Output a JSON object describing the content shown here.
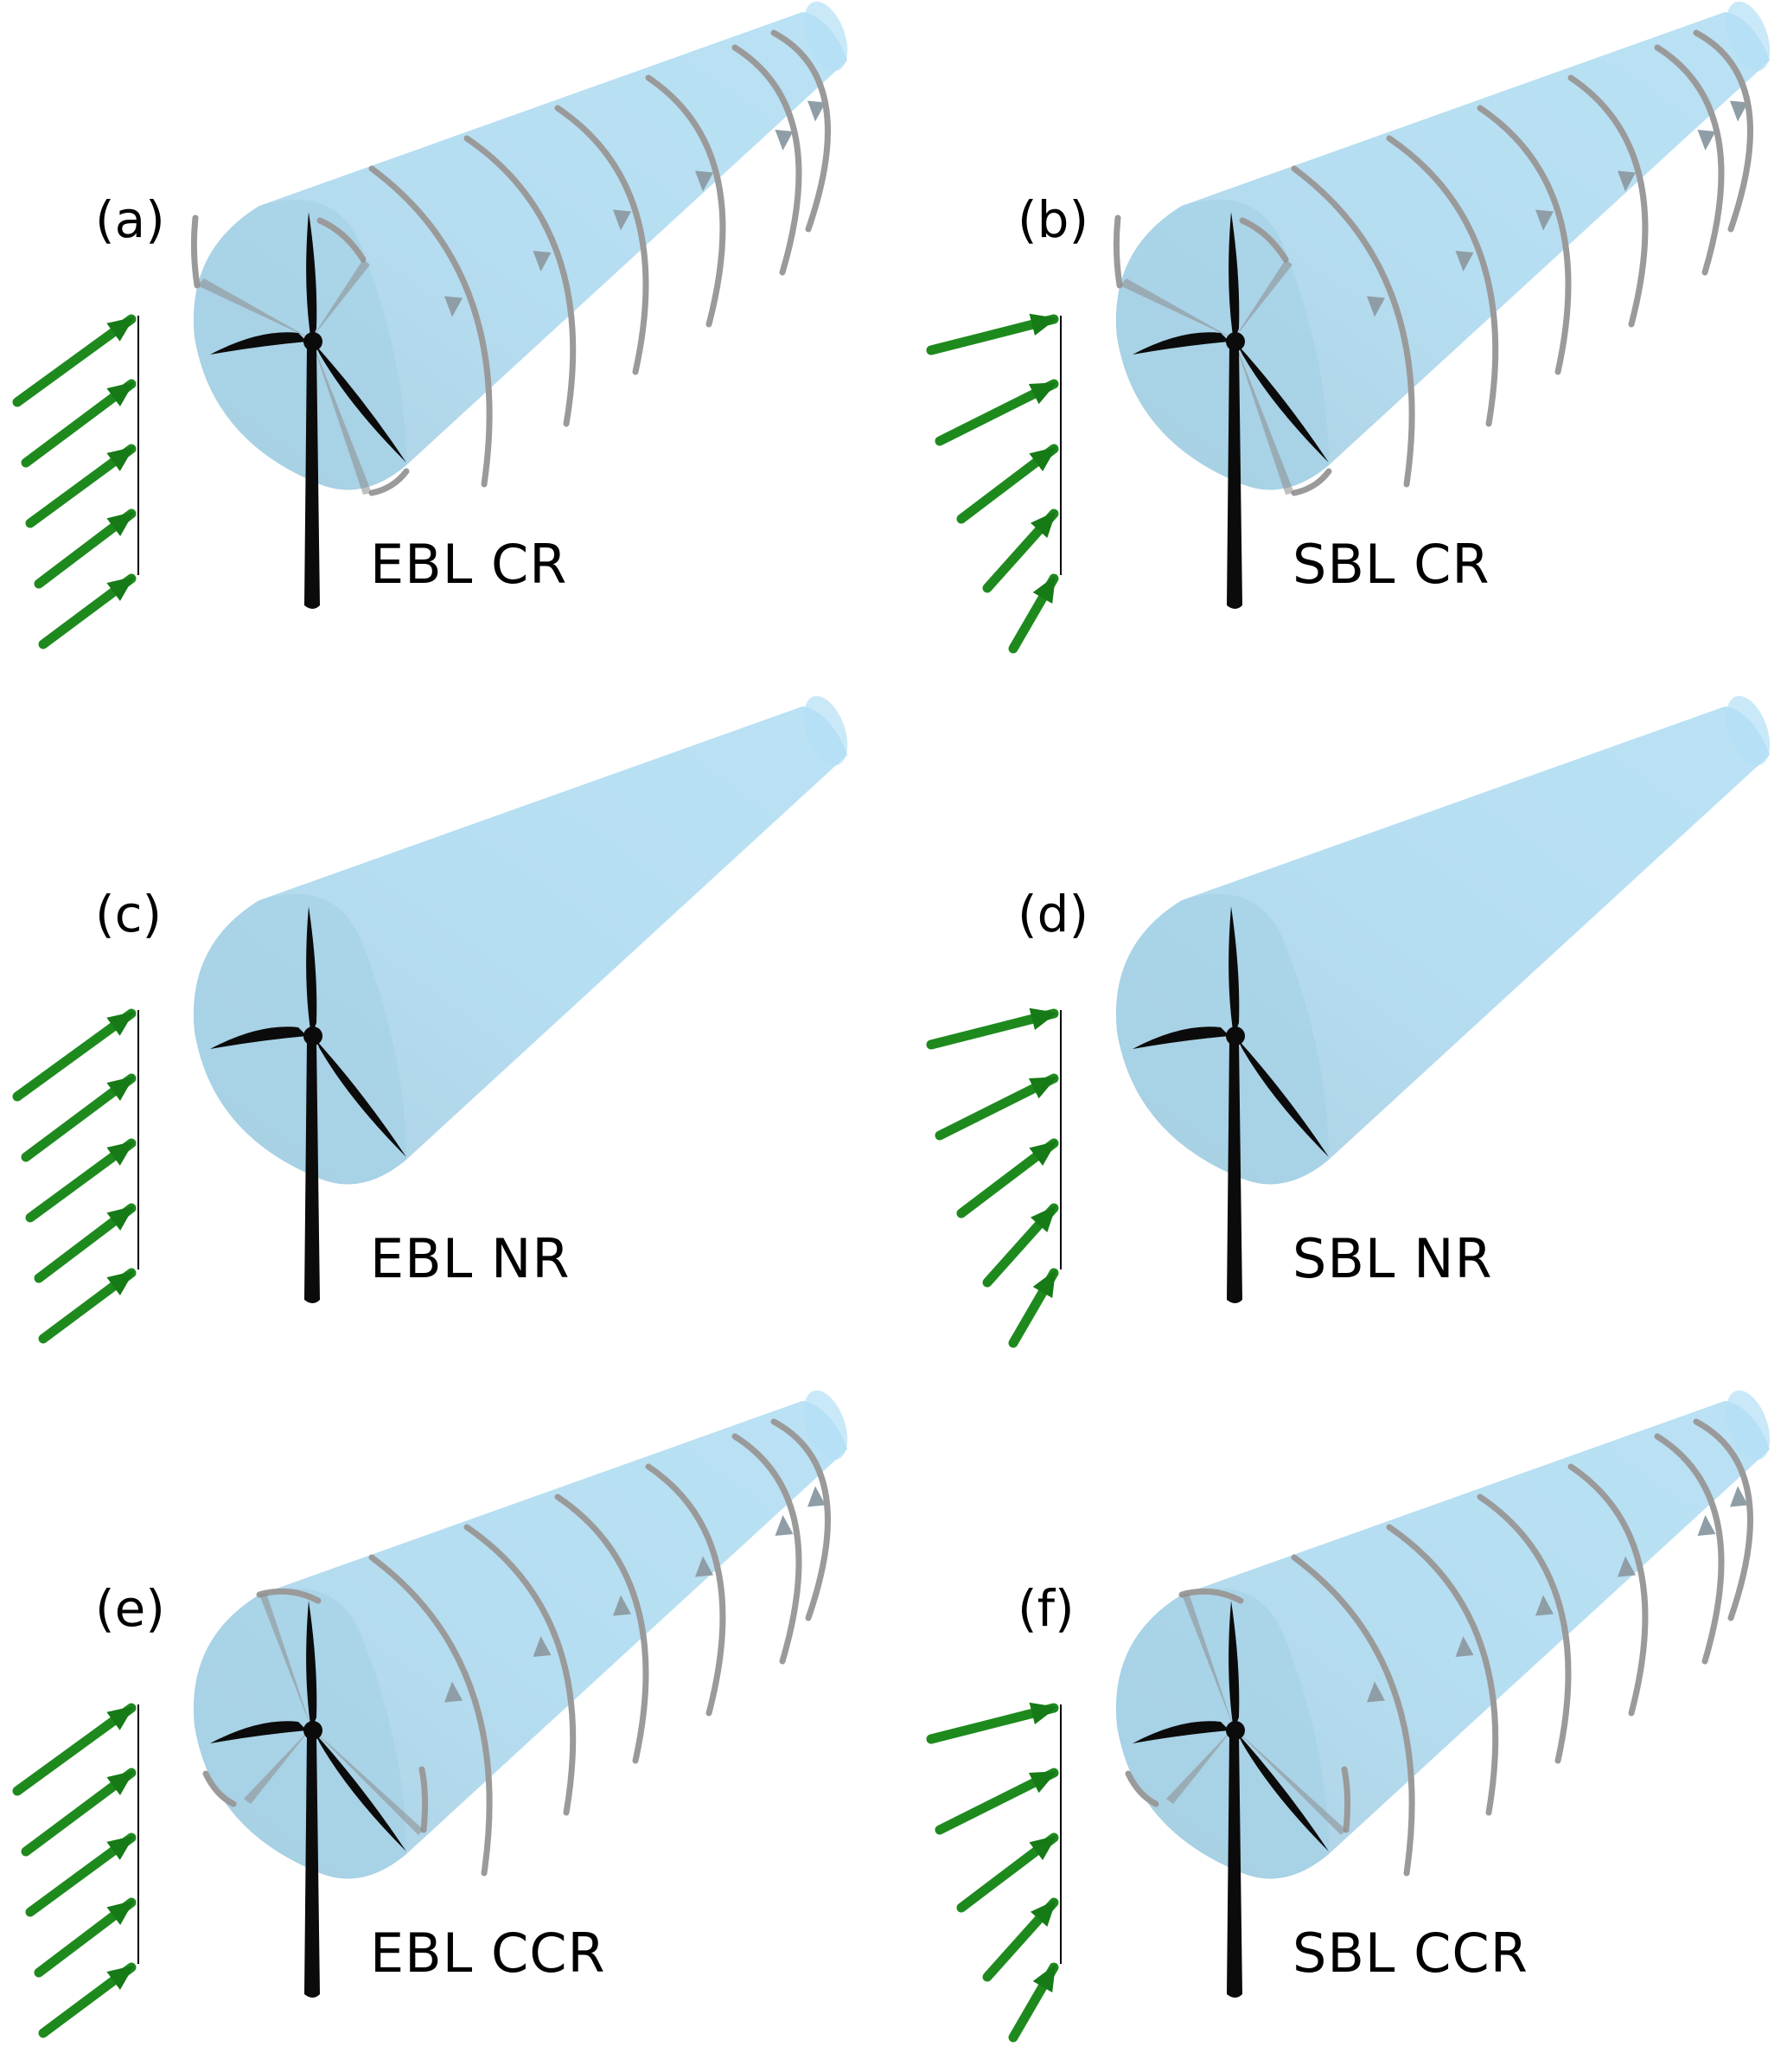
{
  "figure": {
    "colors": {
      "wake": "#a9d8ef",
      "wake_edge": "#9fc6da",
      "rotation_arrow": "#9a9a9a",
      "inflow_arrow": "#1e8a1e",
      "turbine": "#0b0b0b"
    },
    "panels": [
      {
        "id": "a",
        "label": "(a)",
        "case": "EBL CR",
        "inflow": "EBL",
        "rotation": "CR"
      },
      {
        "id": "b",
        "label": "(b)",
        "case": "SBL CR",
        "inflow": "SBL",
        "rotation": "CR"
      },
      {
        "id": "c",
        "label": "(c)",
        "case": "EBL NR",
        "inflow": "EBL",
        "rotation": "NR"
      },
      {
        "id": "d",
        "label": "(d)",
        "case": "SBL NR",
        "inflow": "SBL",
        "rotation": "NR"
      },
      {
        "id": "e",
        "label": "(e)",
        "case": "EBL CCR",
        "inflow": "EBL",
        "rotation": "CCR"
      },
      {
        "id": "f",
        "label": "(f)",
        "case": "SBL CCR",
        "inflow": "SBL",
        "rotation": "CCR"
      }
    ]
  }
}
